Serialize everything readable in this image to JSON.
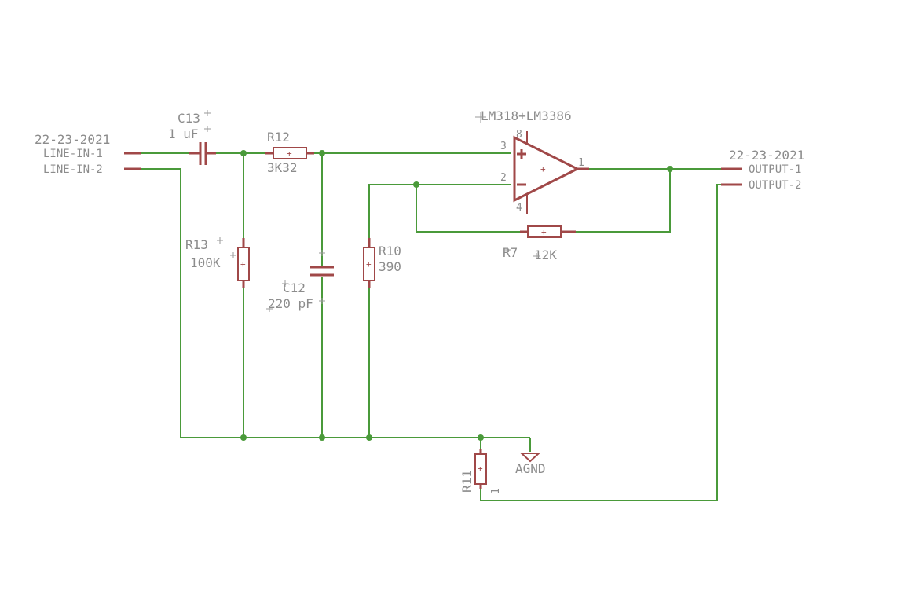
{
  "inputs": {
    "date": "22-23-2021",
    "pin1": "LINE-IN-1",
    "pin2": "LINE-IN-2"
  },
  "outputs": {
    "date": "22-23-2021",
    "pin1": "OUTPUT-1",
    "pin2": "OUTPUT-2"
  },
  "c13": {
    "name": "C13",
    "value": "1 uF"
  },
  "r12": {
    "name": "R12",
    "value": "3K32"
  },
  "r13": {
    "name": "R13",
    "value": "100K"
  },
  "c12": {
    "name": "C12",
    "value": "220 pF"
  },
  "r10": {
    "name": "R10",
    "value": "390"
  },
  "opamp": {
    "name": "LM318+LM3386",
    "pin_in_plus": "3",
    "pin_in_minus": "2",
    "pin_out": "1",
    "pin_v_plus": "8",
    "pin_v_minus": "4"
  },
  "r7": {
    "name": "R7",
    "value": "12K"
  },
  "r11": {
    "name": "R11",
    "pin": "1"
  },
  "ground": {
    "label": "AGND"
  },
  "colors": {
    "wire": "#4a9a3a",
    "part": "#a04848",
    "text": "#8c8c8c"
  }
}
